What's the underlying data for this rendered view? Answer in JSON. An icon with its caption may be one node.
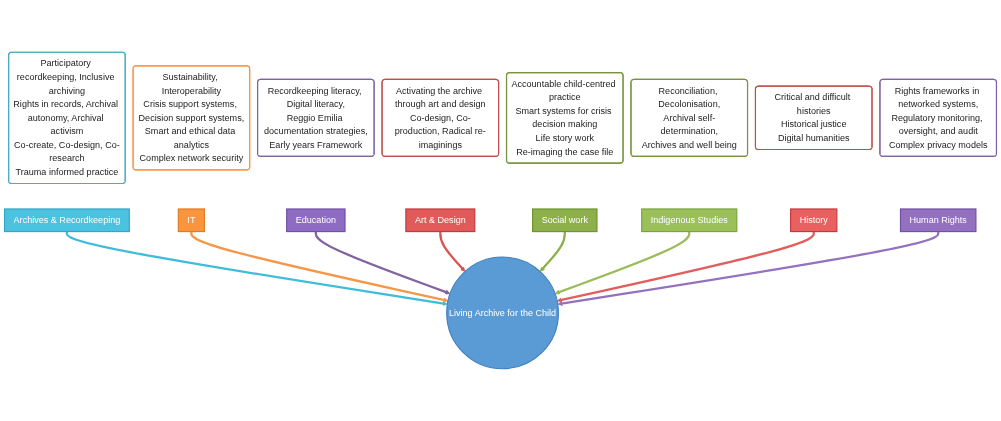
{
  "diagram": {
    "nodes": [
      {
        "text": [
          "Participatory recordkeeping, Inclusive archiving",
          "Rights in records, Archival autonomy, Archival activism",
          "Co-create, Co-design, Co-research",
          "Trauma informed practice"
        ]
      },
      {
        "text": [
          "Sustainability, Interoperability",
          "Crisis support systems, Decision support systems,",
          "Smart and ethical data analytics",
          "Complex network security"
        ]
      },
      {
        "text": [
          "Archives & Recordkeeping"
        ]
      },
      {
        "text": [
          "IT"
        ]
      },
      {
        "text": [
          "Recordkeeping literacy, Digital literacy,",
          "Reggio Emilia documentation strategies,",
          "Early years Framework"
        ]
      },
      {
        "text": [
          "Education"
        ]
      },
      {
        "text": [
          "Art & Design"
        ]
      },
      {
        "text": [
          "Activating the archive through art and design",
          "Co-design, Co-production, Radical re-imaginings"
        ]
      },
      {
        "text": [
          "Accountable child-centred practice",
          "Smart systems for crisis decision making",
          "Life story work",
          "Re-imaging the case file"
        ]
      },
      {
        "text": [
          "Social work"
        ]
      },
      {
        "text": [
          "Indigenous Studies"
        ]
      },
      {
        "text": [
          "Reconciliation, Decolonisation,",
          "Archival self-determination,",
          "Archives and well being"
        ]
      },
      {
        "text": [
          "Critical and difficult histories",
          "Historical justice",
          "Digital humanities"
        ]
      },
      {
        "text": [
          "History"
        ]
      },
      {
        "text": [
          "Living Archive for the Child"
        ]
      },
      {
        "text": [
          "Human Rights"
        ]
      },
      {
        "text": [
          "Rights frameworks in networked systems,",
          "Regulatory monitoring, oversight, and audit",
          "Complex privacy models"
        ]
      }
    ],
    "edges": [
      {
        "from": 2,
        "to": 14,
        "arrow": "to",
        "color": "#3fbcd9"
      },
      {
        "from": 3,
        "to": 14,
        "arrow": "to",
        "color": "#f79646"
      },
      {
        "from": 5,
        "to": 14,
        "arrow": "to",
        "color": "#8064a2"
      },
      {
        "from": 6,
        "to": 14,
        "arrow": "to",
        "color": "#d9534f"
      },
      {
        "from": 9,
        "to": 14,
        "arrow": "to",
        "color": "#8db04a"
      },
      {
        "from": 10,
        "to": 14,
        "arrow": "to",
        "color": "#9bbb59"
      },
      {
        "from": 13,
        "to": 14,
        "arrow": "to",
        "color": "#e35d5d"
      },
      {
        "from": 15,
        "to": 14,
        "arrow": "to",
        "color": "#9370c0"
      }
    ]
  }
}
